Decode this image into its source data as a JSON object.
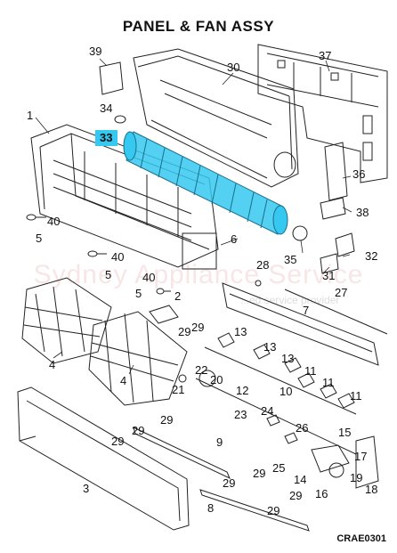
{
  "title": "PANEL & FAN ASSY",
  "drawing_code": "CRAE0301",
  "watermark": {
    "text": "Sydney Appliance Service",
    "tagline": "...ed service provider"
  },
  "highlight_color": "#35c8f0",
  "labels": {
    "p1": "1",
    "p2": "2",
    "p3": "3",
    "p4a": "4",
    "p4b": "4",
    "p5a": "5",
    "p5b": "5",
    "p5c": "5",
    "p6": "6",
    "p7": "7",
    "p8": "8",
    "p9": "9",
    "p10": "10",
    "p11a": "11",
    "p11b": "11",
    "p11c": "11",
    "p12": "12",
    "p13a": "13",
    "p13b": "13",
    "p13c": "13",
    "p14": "14",
    "p15": "15",
    "p16": "16",
    "p17": "17",
    "p18": "18",
    "p19": "19",
    "p20": "20",
    "p21": "21",
    "p22": "22",
    "p23": "23",
    "p24": "24",
    "p25": "25",
    "p26": "26",
    "p27": "27",
    "p28": "28",
    "p29a": "29",
    "p29b": "29",
    "p29c": "29",
    "p29d": "29",
    "p29e": "29",
    "p29f": "29",
    "p29g": "29",
    "p29h": "29",
    "p29i": "29",
    "p30": "30",
    "p31": "31",
    "p32": "32",
    "p33": "33",
    "p34": "34",
    "p35": "35",
    "p36": "36",
    "p37": "37",
    "p38": "38",
    "p39": "39",
    "p40a": "40",
    "p40b": "40",
    "p40c": "40"
  }
}
